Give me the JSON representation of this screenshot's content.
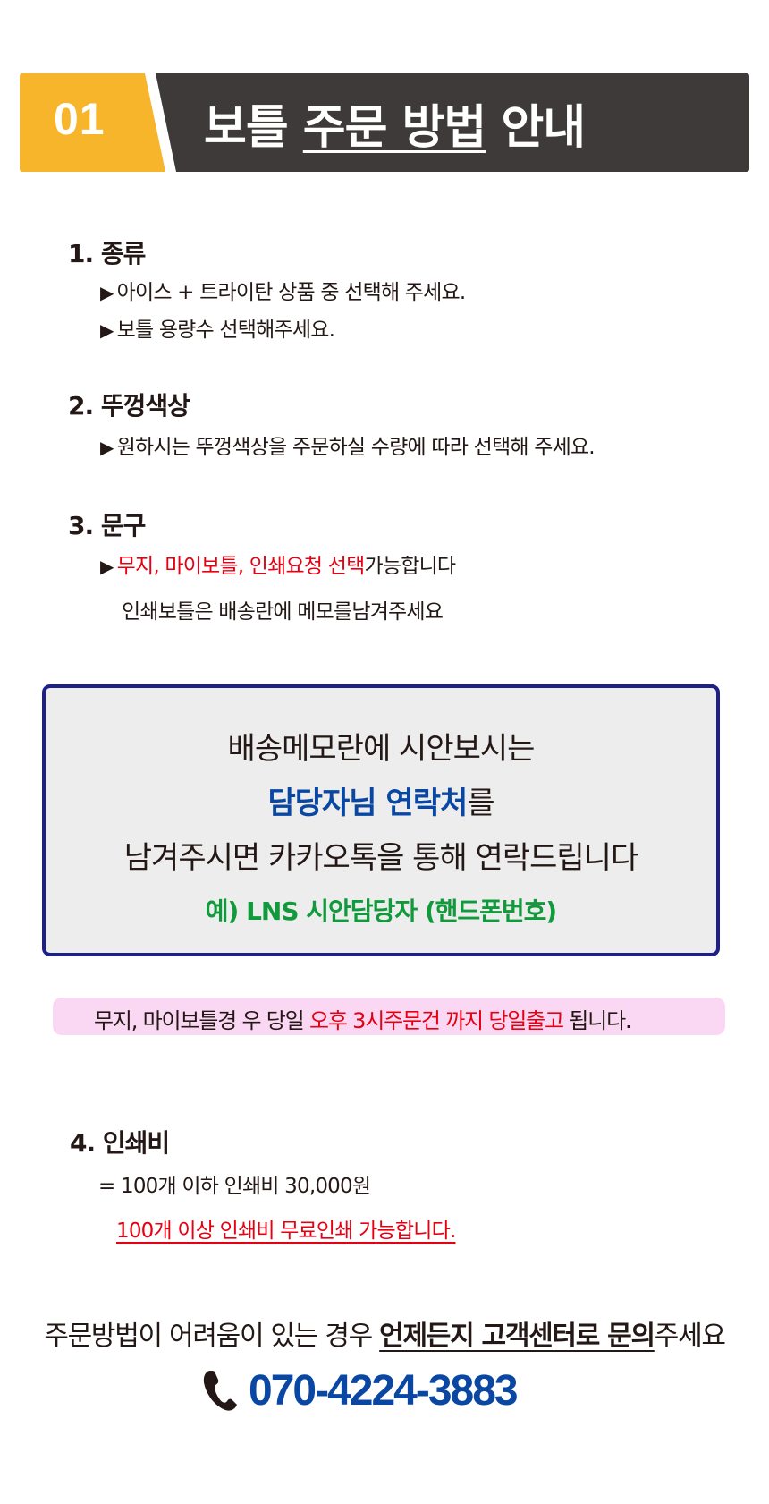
{
  "header": {
    "number": "01",
    "title_part1": "보틀 ",
    "title_underlined": "주문 방법",
    "title_part2": " 안내",
    "colors": {
      "yellow": "#f7b52c",
      "dark": "#3e3a39"
    }
  },
  "sections": [
    {
      "title": "1. 종류",
      "lines": [
        {
          "bullet": "▶",
          "text": "아이스 + 트라이탄 상품 중 선택해 주세요."
        },
        {
          "bullet": "▶",
          "text": "보틀 용량수 선택해주세요."
        }
      ]
    },
    {
      "title": "2. 뚜껑색상",
      "lines": [
        {
          "bullet": "▶",
          "text": "원하시는 뚜껑색상을 주문하실 수량에 따라 선택해 주세요."
        }
      ]
    },
    {
      "title": "3. 문구",
      "lines": [
        {
          "bullet": "▶",
          "text_red": "무지, 마이보틀, 인쇄요청 선택",
          "text": "가능합니다"
        },
        {
          "text": "인쇄보틀은 배송란에 메모를남겨주세요"
        }
      ]
    },
    {
      "title": "4. 인쇄비",
      "lines": [
        {
          "text": "= 100개 이하 인쇄비 30,000원"
        },
        {
          "text_red_underlined": "100개 이상 인쇄비 무료인쇄 가능합니다."
        }
      ]
    }
  ],
  "notice": {
    "line1": "배송메모란에 시안보시는",
    "line2_blue": "담당자님 연락처",
    "line2_rest": "를",
    "line3": "남겨주시면 카카오톡을 통해 연락드립니다",
    "line4_green": "예) LNS  시안담당자  (핸드폰번호)",
    "colors": {
      "border": "#1d2088",
      "background": "#ededed",
      "blue": "#0a47a3",
      "green": "#119a3c"
    }
  },
  "shipping": {
    "text_before": "무지, 마이보틀경 우 당일 ",
    "text_red": "오후 3시주문건 까지 당일출고",
    "text_after": " 됩니다.",
    "background": "#fad7f2"
  },
  "contact": {
    "text_before": "주문방법이 어려움이 있는 경우 ",
    "text_bold": "언제든지 고객센터로 문의",
    "text_after": "주세요",
    "phone_icon": "phone-icon",
    "phone": "070-4224-3883"
  }
}
